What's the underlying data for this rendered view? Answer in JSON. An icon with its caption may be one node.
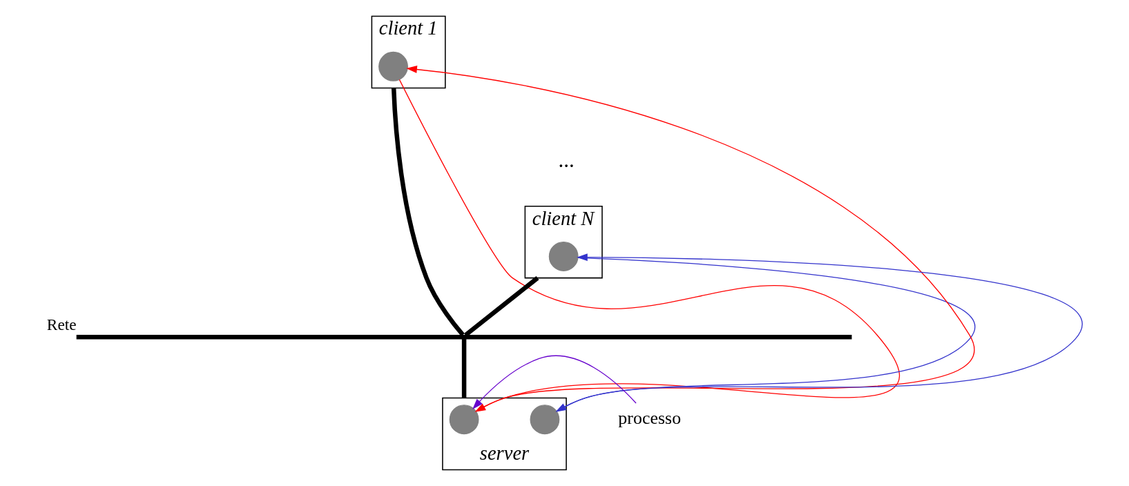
{
  "diagram": {
    "nodes": [
      {
        "text": [
          "client 1"
        ]
      },
      {
        "text": [],
        "shape": "circle",
        "in": 0
      },
      {
        "text": [
          "client N"
        ]
      },
      {
        "text": [],
        "shape": "circle",
        "in": 2
      },
      {
        "text": [],
        "shape": "bar",
        "beside": [
          "Rete"
        ]
      },
      {
        "text": [
          "server"
        ]
      },
      {
        "text": [],
        "shape": "circle",
        "in": 5
      },
      {
        "text": [],
        "shape": "circle",
        "in": 5
      },
      {
        "text": [
          "processo"
        ]
      }
    ],
    "edges": [
      {
        "from": 0,
        "to": 4,
        "arrow": "none",
        "style": "thick"
      },
      {
        "from": 2,
        "to": 4,
        "arrow": "none",
        "style": "thick"
      },
      {
        "from": 4,
        "to": 5,
        "arrow": "none",
        "style": "thick"
      },
      {
        "from": 6,
        "to": 1,
        "arrow": "to",
        "color": "#ff0000"
      },
      {
        "from": 1,
        "to": 6,
        "arrow": "to",
        "color": "#ff0000"
      },
      {
        "from": 7,
        "to": 3,
        "arrow": "to",
        "color": "#3333cc"
      },
      {
        "from": 3,
        "to": 7,
        "arrow": "to",
        "color": "#3333cc"
      },
      {
        "from": 8,
        "to": 6,
        "arrow": "to",
        "color": "#6600cc"
      }
    ],
    "labels": [
      "..."
    ]
  }
}
